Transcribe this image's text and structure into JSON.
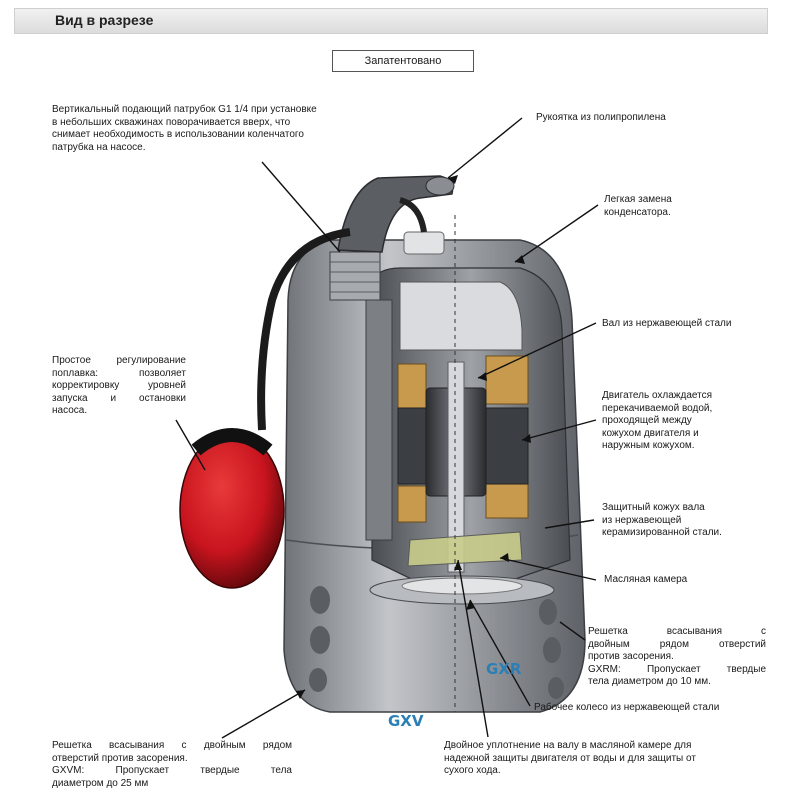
{
  "header": {
    "title": "Вид в разрезе"
  },
  "patent_box": "Запатентовано",
  "labels": {
    "outlet": [
      "Вертикальный подающий патрубок G1 1/4 при установке",
      "в небольших скважинах поворачивается вверх, что",
      "снимает необходимость в использовании коленчатого",
      "патрубка на насосе."
    ],
    "handle": [
      "Рукоятка из полипропилена"
    ],
    "capacitor": [
      "Легкая  замена",
      "конденсатора."
    ],
    "shaft": [
      "Вал из нержавеющей стали"
    ],
    "float": [
      "Простое   регулирование",
      "поплавка:   позволяет",
      "корректировку уровней",
      "запуска   и   остановки",
      "насоса."
    ],
    "motor": [
      "Двигатель охлаждается",
      "перекачиваемой водой,",
      "проходящей между",
      "кожухом двигателя и",
      "наружным кожухом."
    ],
    "shaft_cover": [
      "Защитный кожух вала",
      "из нержавеющей",
      "керамизированной стали."
    ],
    "oil_chamber": [
      "Масляная камера"
    ],
    "grid_gxr": [
      "Решетка   всасывания   с",
      "двойным рядом отверстий",
      "против засорения.",
      "GXRM:  Пропускает  твердые",
      "тела диаметром до 10 мм."
    ],
    "impeller": [
      "Рабочее колесо из нержавеющей стали"
    ],
    "grid_gxv": [
      "Решетка всасывания с двойным рядом",
      "отверстий против засорения.",
      "GXVM:   Пропускает    твердые   тела",
      "диаметром до 25 мм"
    ],
    "seal": [
      "Двойное уплотнение на валу в масляной камере для",
      "надежной защиты двигателя от воды и для защиты от",
      "сухого хода."
    ]
  },
  "models": {
    "gxr": "GXR",
    "gxv": "GXV"
  },
  "colors": {
    "float_red": "#c8141e",
    "model_blue": "#2b7fb6",
    "body_grey": "#9a9ea3",
    "winding_copper": "#c79a4e"
  }
}
